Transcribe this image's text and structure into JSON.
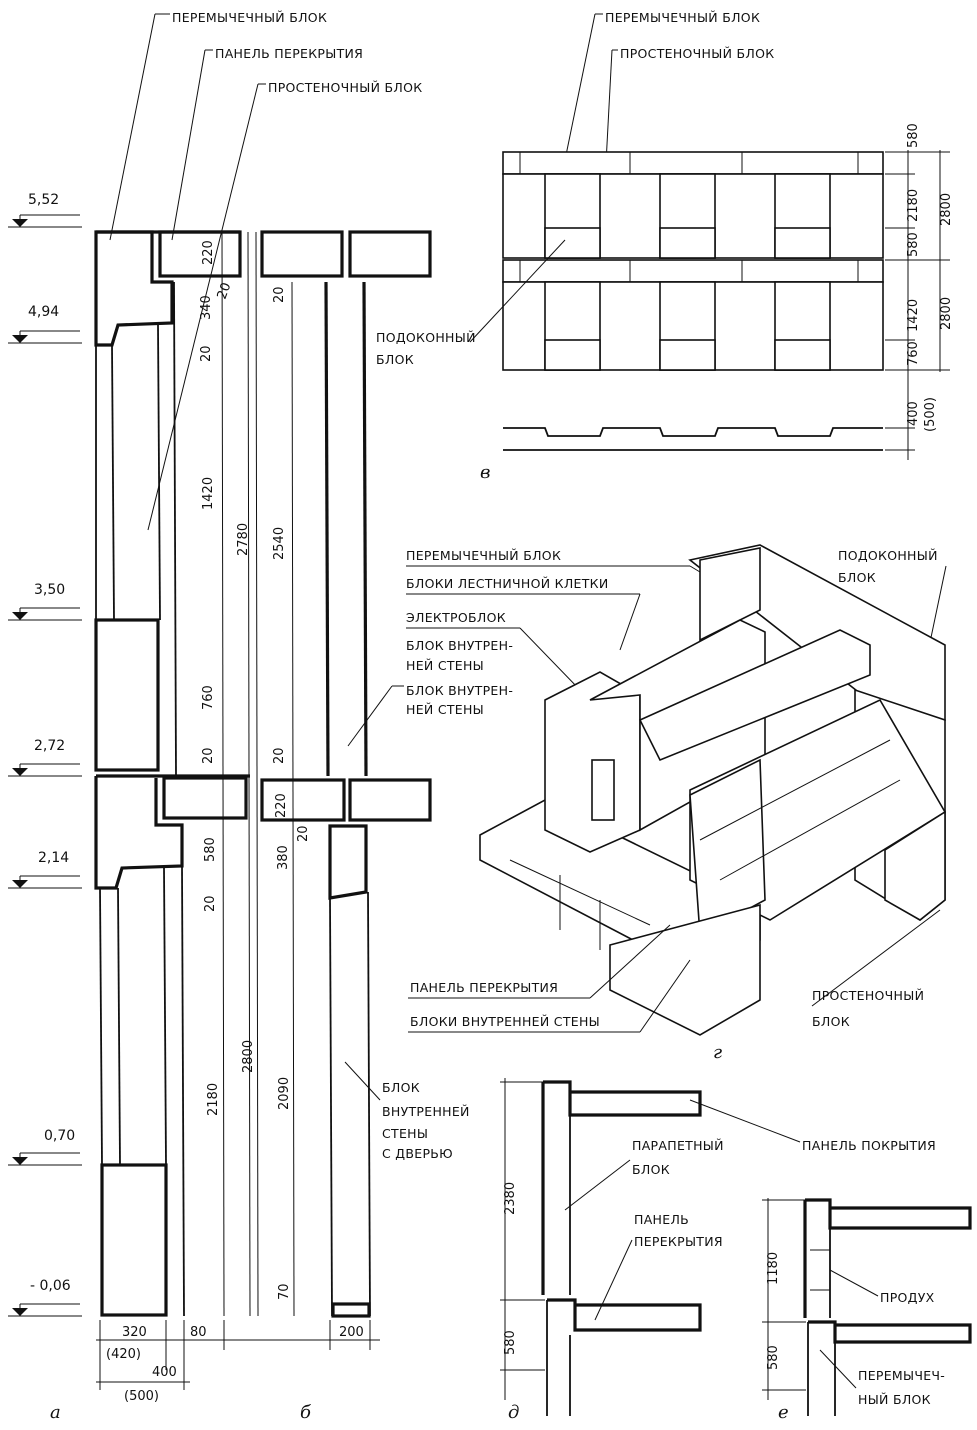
{
  "section_a": {
    "callouts": [
      "ПЕРЕМЫЧЕЧНЫЙ БЛОК",
      "ПАНЕЛЬ ПЕРЕКРЫТИЯ",
      "ПРОСТЕНОЧНЫЙ БЛОК"
    ],
    "levels": [
      "5,52",
      "4,94",
      "3,50",
      "2,72",
      "2,14",
      "0,70",
      "- 0,06"
    ],
    "dims_a": [
      "220",
      "20",
      "340",
      "20",
      "1420",
      "760",
      "20",
      "580",
      "20",
      "2180",
      "2780",
      "2800"
    ],
    "dims_b": [
      "20",
      "2540",
      "20",
      "220",
      "20",
      "380",
      "2090",
      "70"
    ],
    "bottom_dims": [
      "320",
      "(420)",
      "400",
      "(500)",
      "80",
      "200"
    ],
    "inner_wall_label": [
      "БЛОК ВНУТРЕН-",
      "НЕЙ СТЕНЫ"
    ],
    "door_wall_label": [
      "БЛОК",
      "ВНУТРЕННЕЙ",
      "СТЕНЫ",
      "С ДВЕРЬЮ"
    ],
    "letter_a": "а",
    "letter_b": "б"
  },
  "facade_v": {
    "callouts": [
      "ПЕРЕМЫЧЕЧНЫЙ БЛОК",
      "ПРОСТЕНОЧНЫЙ БЛОК"
    ],
    "sill_label": [
      "ПОДОКОННЫЙ",
      "БЛОК"
    ],
    "dims": [
      "580",
      "2180",
      "580",
      "1420",
      "760"
    ],
    "totals": [
      "2800",
      "2800"
    ],
    "plan_dims": [
      "400",
      "(500)"
    ],
    "letter": "в"
  },
  "iso_g": {
    "left_labels": [
      "ПЕРЕМЫЧЕЧНЫЙ БЛОК",
      "БЛОКИ ЛЕСТНИЧНОЙ КЛЕТКИ",
      "ЭЛЕКТРОБЛОК"
    ],
    "inner_wall_label": [
      "БЛОК ВНУТРЕН-",
      "НЕЙ СТЕНЫ"
    ],
    "sill_label": [
      "ПОДОКОННЫЙ",
      "БЛОК"
    ],
    "bottom_labels": [
      "ПАНЕЛЬ ПЕРЕКРЫТИЯ",
      "БЛОКИ ВНУТРЕННЕЙ СТЕНЫ"
    ],
    "pier_label": [
      "ПРОСТЕНОЧНЫЙ",
      "БЛОК"
    ],
    "letter": "г"
  },
  "detail_d": {
    "roof_panel": "ПАНЕЛЬ ПОКРЫТИЯ",
    "parapet": [
      "ПАРАПЕТНЫЙ",
      "БЛОК"
    ],
    "floor_panel": [
      "ПАНЕЛЬ",
      "ПЕРЕКРЫТИЯ"
    ],
    "dims": [
      "2380",
      "580"
    ],
    "letter": "д"
  },
  "detail_e": {
    "vent": "ПРОДУХ",
    "lintel": [
      "ПЕРЕМЫЧЕЧ-",
      "НЫЙ БЛОК"
    ],
    "dims": [
      "1180",
      "580"
    ],
    "letter": "е"
  }
}
